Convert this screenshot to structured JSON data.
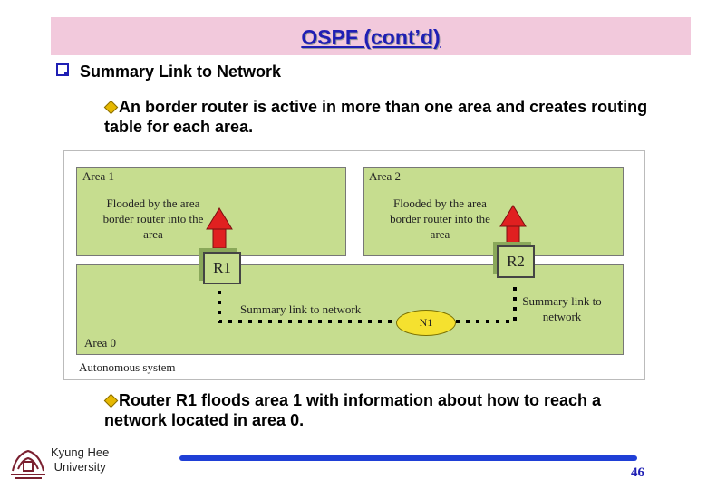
{
  "slide": {
    "title": "OSPF (cont’d)",
    "heading": "Summary Link to Network",
    "paragraph1": "An border router is active in more than one area and creates routing table for each area.",
    "paragraph2": "Router R1 floods area 1 with information about how to reach a network located in area 0.",
    "page_number": "46"
  },
  "figure": {
    "area1_label": "Area 1",
    "area2_label": "Area 2",
    "area0_label": "Area 0",
    "flood_text_1": "Flooded by the area border router into the area",
    "flood_text_2": "Flooded by the area border router into the area",
    "router1": "R1",
    "router2": "R2",
    "summary_link_left": "Summary link to network",
    "summary_link_right": "Summary link to network",
    "network": "N1",
    "autonomous_system": "Autonomous system"
  },
  "footer": {
    "university_line1": "Kyung Hee",
    "university_line2": "University"
  },
  "colors": {
    "title_bg": "#f2c9dc",
    "title_text": "#1f1fb4",
    "area_fill": "#c6dd8f",
    "arrow": "#e02020",
    "network_fill": "#f5e12f",
    "footer_bar": "#1f3fd6"
  }
}
